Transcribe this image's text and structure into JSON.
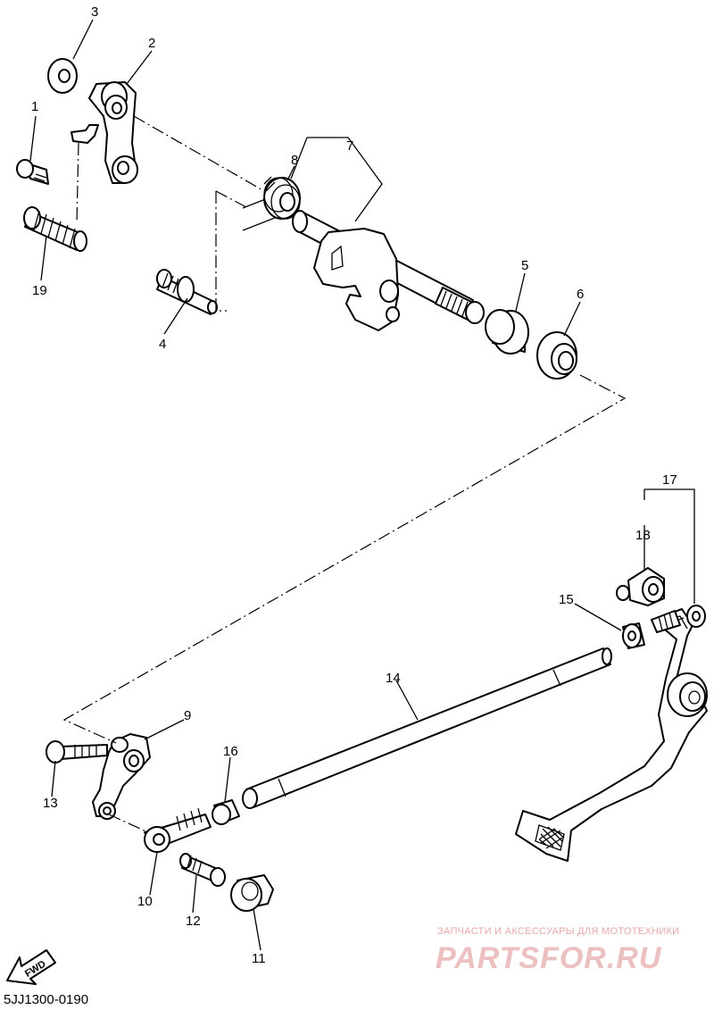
{
  "diagram": {
    "callouts": [
      {
        "id": "1",
        "label": "1"
      },
      {
        "id": "2",
        "label": "2"
      },
      {
        "id": "3",
        "label": "3"
      },
      {
        "id": "4",
        "label": "4"
      },
      {
        "id": "5",
        "label": "5"
      },
      {
        "id": "6",
        "label": "6"
      },
      {
        "id": "7",
        "label": "7"
      },
      {
        "id": "8",
        "label": "8"
      },
      {
        "id": "9",
        "label": "9"
      },
      {
        "id": "10",
        "label": "10"
      },
      {
        "id": "11",
        "label": "11"
      },
      {
        "id": "12",
        "label": "12"
      },
      {
        "id": "13",
        "label": "13"
      },
      {
        "id": "14",
        "label": "14"
      },
      {
        "id": "15",
        "label": "15"
      },
      {
        "id": "16",
        "label": "16"
      },
      {
        "id": "17",
        "label": "17"
      },
      {
        "id": "18",
        "label": "18"
      },
      {
        "id": "19",
        "label": "19"
      }
    ],
    "fwd_label": "FWD",
    "drawing_code": "5JJ1300-0190"
  },
  "watermark": {
    "tagline": "ЗАПЧАСТИ И АКСЕССУАРЫ ДЛЯ МОТОТЕХНИКИ",
    "logo_text": "PARTSFOR.RU",
    "color": "#e8a9a9"
  }
}
